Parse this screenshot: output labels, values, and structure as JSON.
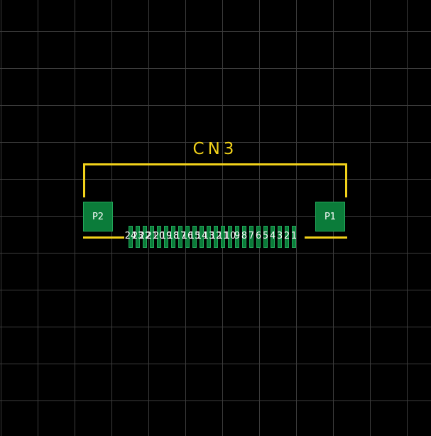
{
  "component": {
    "refdes": "CN3",
    "mount_pads": {
      "p2": "P2",
      "p1": "P1"
    },
    "pins": [
      "24",
      "23",
      "22",
      "21",
      "20",
      "19",
      "18",
      "17",
      "16",
      "15",
      "14",
      "13",
      "12",
      "11",
      "10",
      "9",
      "8",
      "7",
      "6",
      "5",
      "4",
      "3",
      "2",
      "1"
    ]
  },
  "colors": {
    "background": "#000000",
    "grid": "#3d3d3d",
    "silkscreen": "#f2d21a",
    "pad_fill": "#0b7c3a",
    "pad_text": "#ffffff"
  }
}
